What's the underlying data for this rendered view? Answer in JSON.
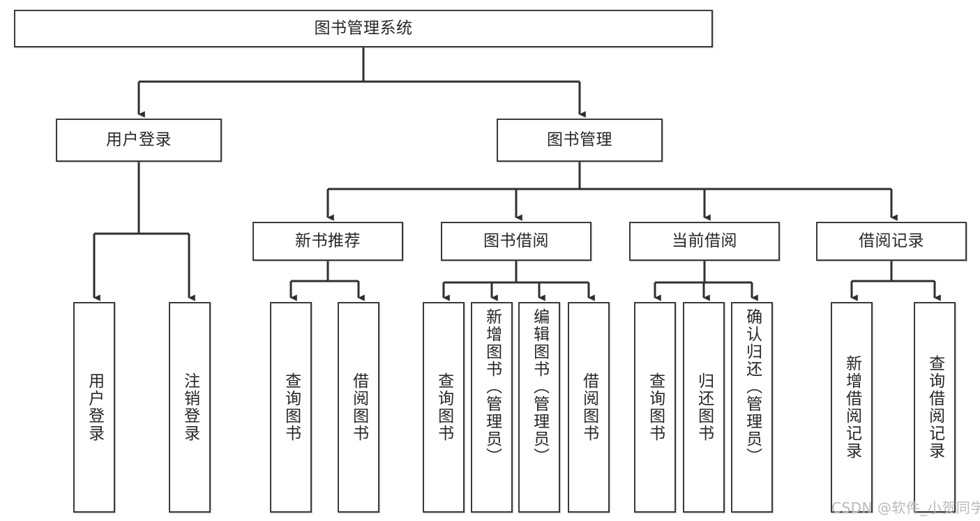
{
  "diagram": {
    "type": "tree",
    "title": "图书管理系统",
    "watermark": "CSDN @软件_小贺同学",
    "colors": {
      "box_border": "#3a3a3a",
      "box_fill": "#ffffff",
      "edge": "#2f2f2f",
      "text": "#262626",
      "watermark": "#b9b9b9",
      "background": "#ffffff"
    },
    "levels": {
      "root": "图书管理系统",
      "level2": [
        "用户登录",
        "图书管理"
      ],
      "level3": [
        "新书推荐",
        "图书借阅",
        "当前借阅",
        "借阅记录"
      ]
    },
    "nodes": {
      "root": {
        "label": "图书管理系统"
      },
      "user_login": {
        "label": "用户登录"
      },
      "book_manage": {
        "label": "图书管理"
      },
      "new_book_rec": {
        "label": "新书推荐"
      },
      "book_borrow": {
        "label": "图书借阅"
      },
      "current_borrow": {
        "label": "当前借阅"
      },
      "borrow_record": {
        "label": "借阅记录"
      },
      "leaf_user_login": {
        "label": "用户登录"
      },
      "leaf_user_logout": {
        "label": "注销登录"
      },
      "leaf_query_book_1": {
        "label": "查询图书"
      },
      "leaf_borrow_book_1": {
        "label": "借阅图书"
      },
      "leaf_query_book_2": {
        "label": "查询图书"
      },
      "leaf_add_book": {
        "label": "新增图书（管理员）"
      },
      "leaf_edit_book": {
        "label": "编辑图书（管理员）"
      },
      "leaf_borrow_book_2": {
        "label": "借阅图书"
      },
      "leaf_query_book_3": {
        "label": "查询图书"
      },
      "leaf_return_book": {
        "label": "归还图书"
      },
      "leaf_confirm_return": {
        "label": "确认归还（管理员）"
      },
      "leaf_add_record": {
        "label": "新增借阅记录"
      },
      "leaf_query_record": {
        "label": "查询借阅记录"
      }
    },
    "edges": [
      {
        "from": "root",
        "to": "user_login"
      },
      {
        "from": "root",
        "to": "book_manage"
      },
      {
        "from": "user_login",
        "to": "leaf_user_login"
      },
      {
        "from": "user_login",
        "to": "leaf_user_logout"
      },
      {
        "from": "book_manage",
        "to": "new_book_rec"
      },
      {
        "from": "book_manage",
        "to": "book_borrow"
      },
      {
        "from": "book_manage",
        "to": "current_borrow"
      },
      {
        "from": "book_manage",
        "to": "borrow_record"
      },
      {
        "from": "new_book_rec",
        "to": "leaf_query_book_1"
      },
      {
        "from": "new_book_rec",
        "to": "leaf_borrow_book_1"
      },
      {
        "from": "book_borrow",
        "to": "leaf_query_book_2"
      },
      {
        "from": "book_borrow",
        "to": "leaf_add_book"
      },
      {
        "from": "book_borrow",
        "to": "leaf_edit_book"
      },
      {
        "from": "book_borrow",
        "to": "leaf_borrow_book_2"
      },
      {
        "from": "current_borrow",
        "to": "leaf_query_book_3"
      },
      {
        "from": "current_borrow",
        "to": "leaf_return_book"
      },
      {
        "from": "current_borrow",
        "to": "leaf_confirm_return"
      },
      {
        "from": "borrow_record",
        "to": "leaf_add_record"
      },
      {
        "from": "borrow_record",
        "to": "leaf_query_record"
      }
    ]
  }
}
